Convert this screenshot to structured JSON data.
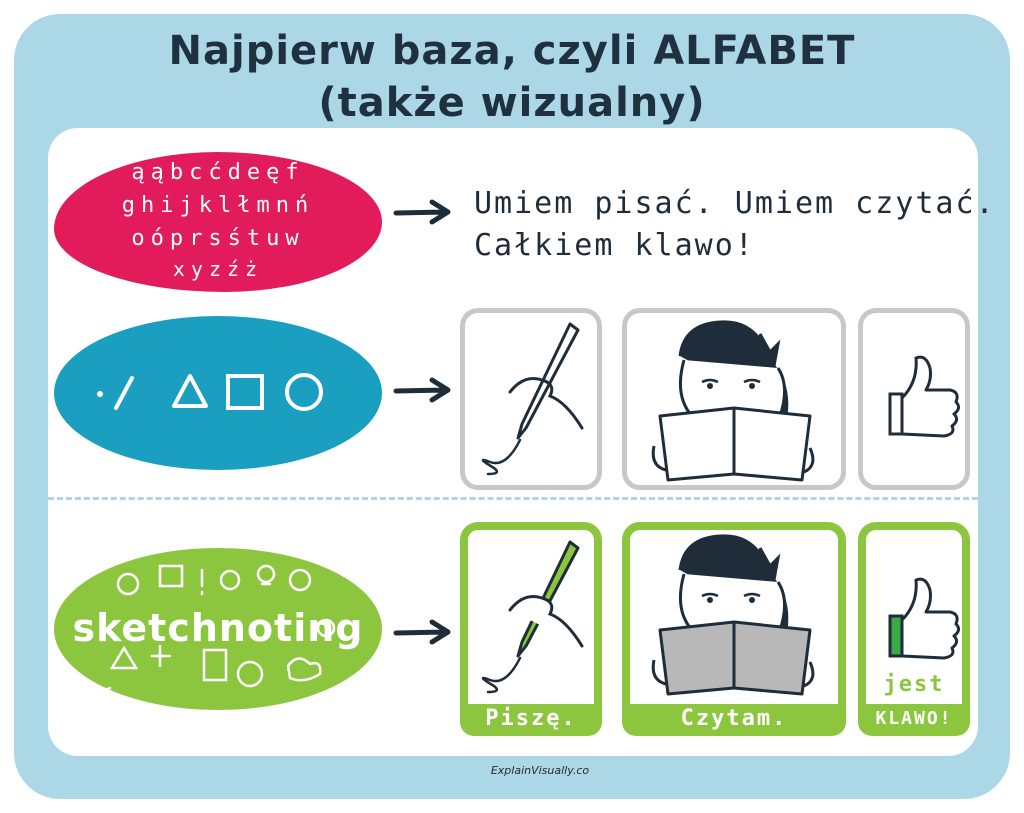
{
  "title": {
    "line1": "Najpierw baza, czyli ALFABET",
    "line2": "(także wizualny)"
  },
  "alphabet": {
    "row1": "ąąbcćdeęf",
    "row2": "ghijklłmnń",
    "row3": "oóprsśtuw",
    "row4": "xyzźż"
  },
  "text_row": {
    "line1": "Umiem pisać. Umiem czytać.",
    "line2": "Całkiem klawo!"
  },
  "sketchnoting": {
    "label": "sketchnoting"
  },
  "captions": {
    "write": "Piszę.",
    "read": "Czytam.",
    "cool_top": "jest",
    "cool_bottom": "KLAWO!"
  },
  "credit": "ExplainVisually.co",
  "colors": {
    "frame": "#acd7e6",
    "pink": "#e21c5b",
    "blue": "#1a9fc0",
    "green": "#8cc63f",
    "ink": "#1f2d3a",
    "panel_gray": "#c8c8c8"
  },
  "icons": [
    "arrow-right-icon",
    "pen-hand-icon",
    "reading-person-icon",
    "thumbs-up-icon",
    "dot-line-triangle-square-circle-icon",
    "doodle-icons"
  ]
}
